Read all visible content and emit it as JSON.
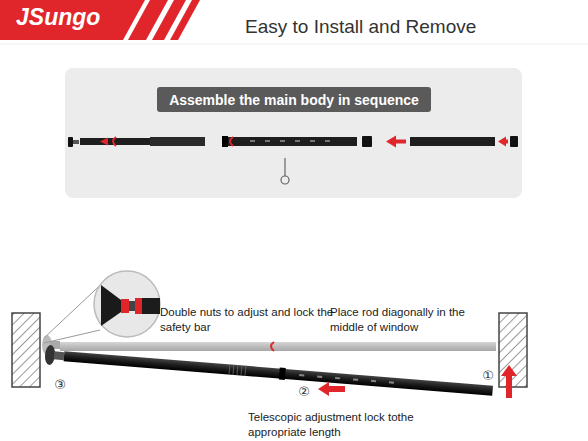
{
  "diagram": {
    "title": "Easy to Install and Remove",
    "nodes": [
      {
        "text": [
          "JSungo"
        ]
      },
      {
        "text": [
          "Assemble the main body in sequence"
        ]
      }
    ],
    "labels": [
      "Double nuts to adjust and lock the safety bar",
      "Place rod diagonally in the middle of window",
      "Telescopic adjustment lock tothe appropriate length",
      "①",
      "②",
      "③"
    ]
  }
}
